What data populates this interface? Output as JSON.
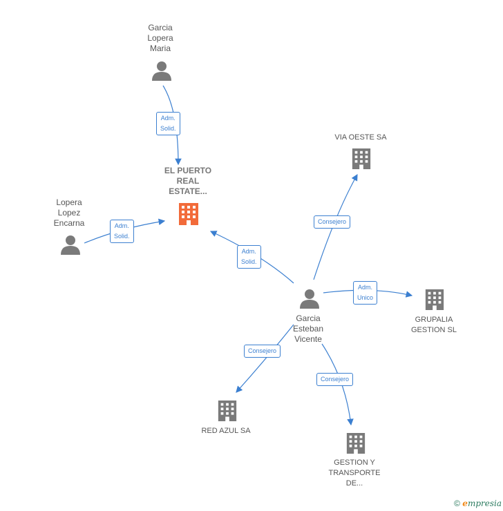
{
  "nodes": {
    "main": {
      "label": "EL PUERTO\nREAL\nESTATE..."
    },
    "garcia_lopera": {
      "label": "Garcia\nLopera\nMaria"
    },
    "lopera_lopez": {
      "label": "Lopera\nLopez\nEncarna"
    },
    "garcia_esteban": {
      "label": "Garcia\nEsteban\nVicente"
    },
    "via_oeste": {
      "label": "VIA OESTE SA"
    },
    "grupalia": {
      "label": "GRUPALIA\nGESTION SL"
    },
    "red_azul": {
      "label": "RED AZUL SA"
    },
    "gestion_transporte": {
      "label": "GESTION Y\nTRANSPORTE\nDE..."
    }
  },
  "edges": [
    {
      "label": "Adm.\nSolid."
    },
    {
      "label": "Adm.\nSolid."
    },
    {
      "label": "Adm.\nSolid."
    },
    {
      "label": "Consejero"
    },
    {
      "label": "Adm.\nUnico"
    },
    {
      "label": "Consejero"
    },
    {
      "label": "Consejero"
    }
  ],
  "footer": {
    "copyright": "©",
    "brand_initial": "e",
    "brand_rest": "mpresia"
  },
  "colors": {
    "edge": "#3b7fd0",
    "main_building": "#f26b3a",
    "building": "#7a7a7a",
    "person": "#7a7a7a"
  }
}
